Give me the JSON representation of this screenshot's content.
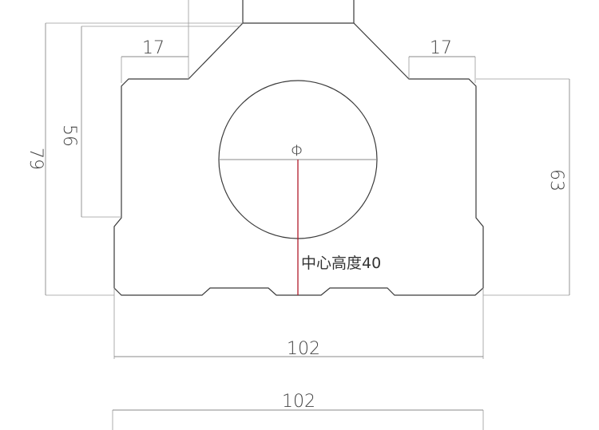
{
  "dimensions": {
    "top_left_width": "17",
    "top_right_width": "17",
    "overall_height_left": "79",
    "inner_height_left": "56",
    "side_height_right": "63",
    "base_width": "102",
    "base_width_secondary": "102"
  },
  "bore": {
    "diameter_symbol": "Φ"
  },
  "center_height_label": "中心高度40"
}
